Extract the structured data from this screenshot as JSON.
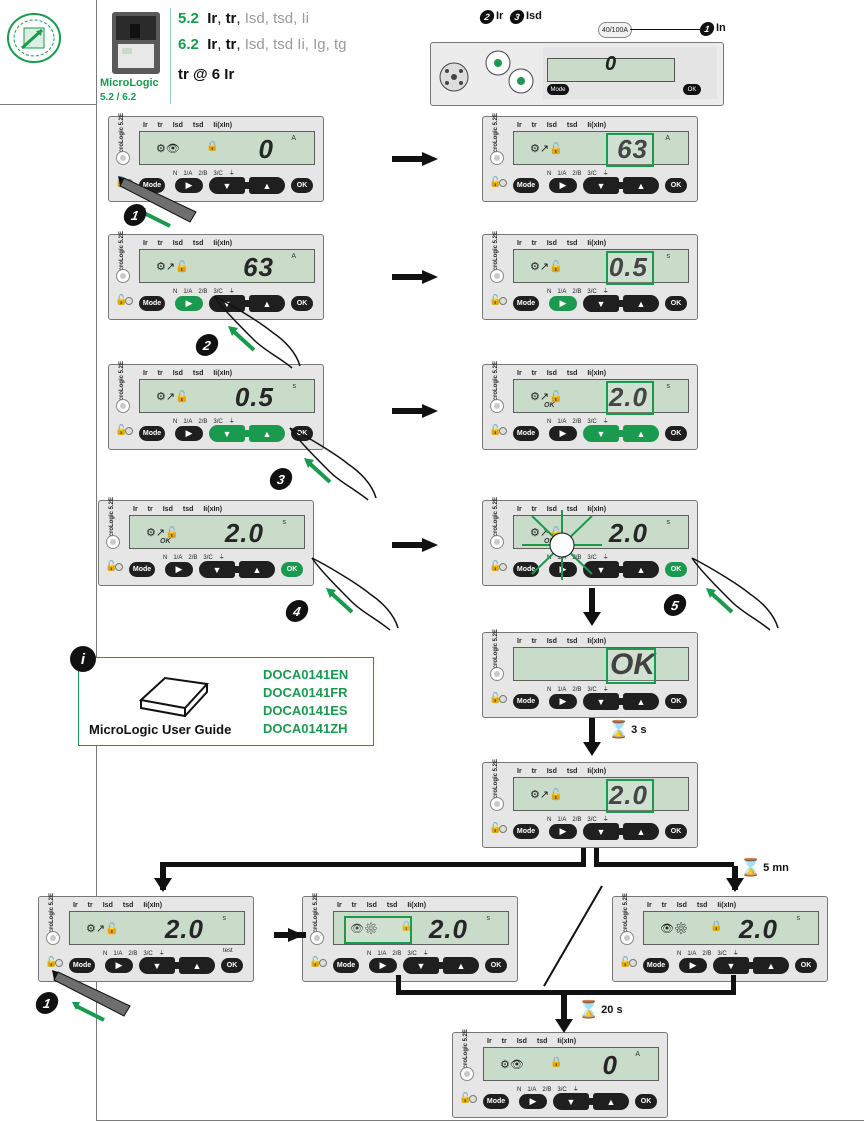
{
  "header": {
    "line1": {
      "num": "5.2",
      "bold1": "Ir",
      "bold2": "tr",
      "rest": "Isd, tsd, Ii"
    },
    "line2": {
      "num": "6.2",
      "bold1": "Ir",
      "bold2": "tr",
      "rest": "Isd, tsd Ii, Ig, tg"
    },
    "formula": "tr @ 6 Ir",
    "product_label1": "MicroLogic",
    "product_label2": "5.2 / 6.2",
    "rating_tag": "40/100A",
    "callout_in": "In",
    "callout_ir": "Ir",
    "callout_isd": "Isd",
    "callout_num_in": "1",
    "callout_num_ir": "2",
    "callout_num_isd": "3"
  },
  "unit_common": {
    "side_label": "MicroLogic 5.2E",
    "menu": [
      "Ir",
      "tr",
      "Isd",
      "tsd",
      "Ii(xIn)"
    ],
    "phases": [
      "N",
      "1/A",
      "2/B",
      "3/C",
      "⏚"
    ],
    "btn_mode": "Mode",
    "btn_ok": "OK",
    "test_label": "test"
  },
  "units": [
    {
      "id": "u1",
      "value": "0",
      "unit": "A"
    },
    {
      "id": "u2",
      "value": "63",
      "unit": "A"
    },
    {
      "id": "u3",
      "value": "63",
      "unit": "A"
    },
    {
      "id": "u4",
      "value": "0.5",
      "unit": "s"
    },
    {
      "id": "u5",
      "value": "0.5",
      "unit": "s"
    },
    {
      "id": "u6",
      "value": "2.0",
      "unit": "s",
      "ok_small": "OK"
    },
    {
      "id": "u7",
      "value": "2.0",
      "unit": "s",
      "ok_small": "OK"
    },
    {
      "id": "u8",
      "value": "2.0",
      "unit": "s",
      "ok_small": "OK"
    },
    {
      "id": "u9",
      "value": "OK",
      "unit": ""
    },
    {
      "id": "u10",
      "value": "2.0",
      "unit": ""
    },
    {
      "id": "u11",
      "value": "2.0",
      "unit": "s"
    },
    {
      "id": "u12",
      "value": "2.0",
      "unit": "s"
    },
    {
      "id": "u13",
      "value": "2.0",
      "unit": "s"
    },
    {
      "id": "u14",
      "value": "0",
      "unit": "A"
    }
  ],
  "steps": [
    "1",
    "2",
    "3",
    "4",
    "5",
    "1"
  ],
  "timers": [
    "3 s",
    "5 mn",
    "20 s"
  ],
  "guide": {
    "title": "MicroLogic User Guide",
    "docs": [
      "DOCA0141EN",
      "DOCA0141FR",
      "DOCA0141ES",
      "DOCA0141ZH"
    ]
  },
  "colors": {
    "accent": "#1a9a4e",
    "lcd": "#c9dcc9",
    "button": "#1f1f1f"
  }
}
